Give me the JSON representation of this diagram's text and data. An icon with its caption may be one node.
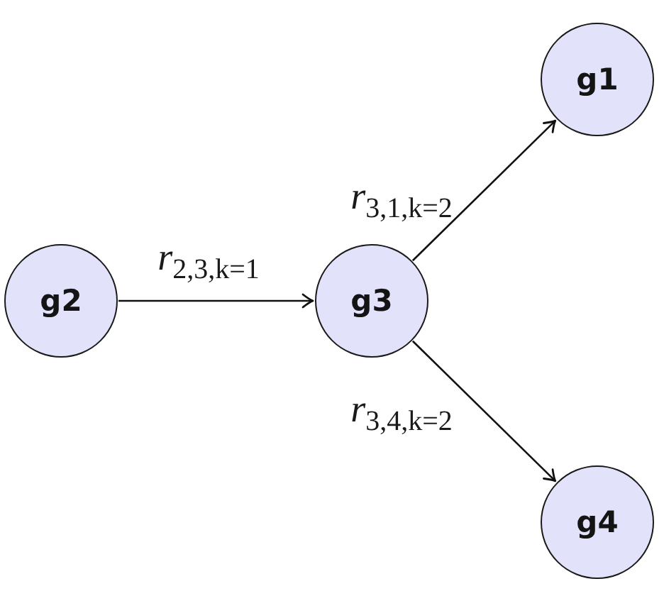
{
  "diagram": {
    "nodes": [
      {
        "text": [
          "g1"
        ]
      },
      {
        "text": [
          "g2"
        ]
      },
      {
        "text": [
          "g3"
        ]
      },
      {
        "text": [
          "g4"
        ]
      }
    ],
    "edges": [
      {
        "from": 1,
        "to": 2,
        "arrow": "to",
        "label": "*r*$_{2,3,k=1}$"
      },
      {
        "from": 2,
        "to": 0,
        "arrow": "to",
        "label": "*r*$_{3,1,k=2}$"
      },
      {
        "from": 2,
        "to": 3,
        "arrow": "to",
        "label": "*r*$_{3,4,k=2}$"
      }
    ]
  }
}
